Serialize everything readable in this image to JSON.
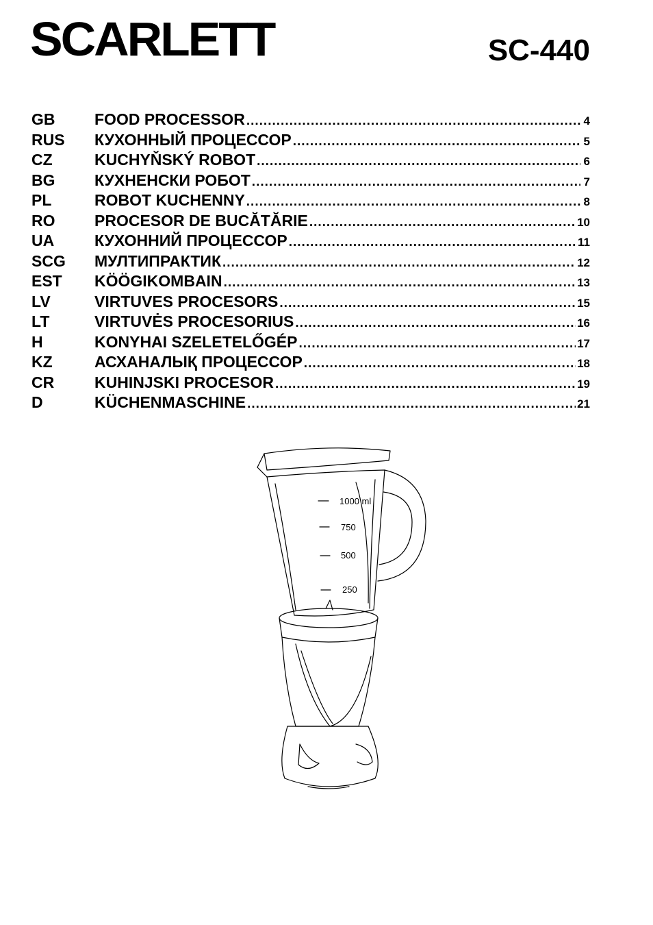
{
  "header": {
    "brand": "SCARLETT",
    "model": "SC-440"
  },
  "toc": [
    {
      "code": "GB",
      "title": "FOOD PROCESSOR",
      "page": "4"
    },
    {
      "code": "RUS",
      "title": "КУХОННЫЙ ПРОЦЕССОР",
      "page": "5"
    },
    {
      "code": "CZ",
      "title": "KUCHYŇSKÝ ROBOT",
      "page": "6"
    },
    {
      "code": "BG",
      "title": "КУХНЕНСКИ РОБОТ",
      "page": "7"
    },
    {
      "code": "PL",
      "title": "ROBOT KUCHENNY",
      "page": "8"
    },
    {
      "code": "RO",
      "title": "PROCESOR DE BUCĂTĂRIE",
      "page": "10"
    },
    {
      "code": "UA",
      "title": "КУХОННИЙ ПРОЦЕССОР",
      "page": "11"
    },
    {
      "code": "SCG",
      "title": "МУЛТИПРАКТИК",
      "page": "12"
    },
    {
      "code": "EST",
      "title": "KÖÖGIKOMBAIN",
      "page": "13"
    },
    {
      "code": "LV",
      "title": "VIRTUVES PROCESORS",
      "page": "15"
    },
    {
      "code": "LT",
      "title": "VIRTUVĖS PROCESORIUS",
      "page": "16"
    },
    {
      "code": "H",
      "title": "KONYHAI SZELETELŐGÉP",
      "page": "17"
    },
    {
      "code": "KZ",
      "title": "АСХАНАЛЫҚ ПРОЦЕССОР",
      "page": "18"
    },
    {
      "code": "CR",
      "title": "KUHINJSKI PROCESOR",
      "page": "19"
    },
    {
      "code": "D",
      "title": "KÜCHENMASCHINE",
      "page": "21"
    }
  ],
  "illustration": {
    "jug_marks": [
      "1000 ml",
      "750",
      "500",
      "250"
    ]
  }
}
